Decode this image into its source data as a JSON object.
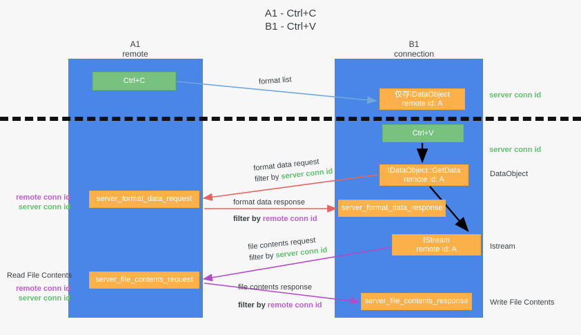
{
  "title": {
    "line1": "A1 - Ctrl+C",
    "line2": "B1 - Ctrl+V"
  },
  "columns": [
    {
      "name": "A1",
      "subtitle": "remote"
    },
    {
      "name": "B1",
      "subtitle": "connection"
    }
  ],
  "colors": {
    "lane": "#4a86e8",
    "green_box": "#78c27f",
    "orange_box": "#fbb049",
    "server_conn_id": "#63c06f",
    "remote_conn_id": "#bf5fd0",
    "arrow_blue": "#6fa8dc",
    "arrow_red": "#e8635e",
    "arrow_purple": "#b44bc8",
    "arrow_black": "#000000",
    "separator": "#111111",
    "background": "#f7f7f7"
  },
  "boxes": {
    "ctrl_c": {
      "label": "Ctrl+C",
      "style": "green"
    },
    "ctrl_v": {
      "label": "Ctrl+V",
      "style": "green"
    },
    "idataobject": {
      "line1": "仅存IDataObject",
      "line2": "remote id: A",
      "style": "orange"
    },
    "getdata": {
      "line1": "IDataObject::GetData",
      "line2": "remote id: A",
      "style": "orange"
    },
    "istream": {
      "line1": "IStream",
      "line2": "remote id: A",
      "style": "orange"
    },
    "server_format_data_request": {
      "label": "server_format_data_request",
      "style": "orange"
    },
    "server_format_data_response": {
      "label": "server_format_data_response",
      "style": "orange"
    },
    "server_file_contents_request": {
      "label": "server_file_contents_request",
      "style": "orange"
    },
    "server_file_contents_response": {
      "label": "server_file_contents_response",
      "style": "orange"
    }
  },
  "edge_labels": {
    "format_list": "format list",
    "format_data_request": {
      "line1": "format data request",
      "filter_prefix": "filter by ",
      "filter_key": "server conn id",
      "filter_key_color": "server"
    },
    "format_data_response": {
      "line1": "format data response",
      "filter_prefix": "filter by ",
      "filter_key": "remote conn id",
      "filter_key_color": "remote"
    },
    "file_contents_request": {
      "line1": "file contents request",
      "filter_prefix": "filter by ",
      "filter_key": "server conn id",
      "filter_key_color": "server"
    },
    "file_contents_response": {
      "line1": "file contents response",
      "filter_prefix": "filter by ",
      "filter_key": "remote conn id",
      "filter_key_color": "remote"
    }
  },
  "side_labels": {
    "right": {
      "server_conn_id_top": "server conn id",
      "server_conn_id_mid": "server conn id",
      "dataobject": "DataObject",
      "istream": "Istream",
      "write_file_contents": "Write File Contents"
    },
    "left": {
      "remote_conn_id_1": "remote conn id",
      "server_conn_id_1": "server conn id",
      "read_file_contents": "Read File Contents",
      "remote_conn_id_2": "remote conn id",
      "server_conn_id_2": "server conn id"
    }
  }
}
